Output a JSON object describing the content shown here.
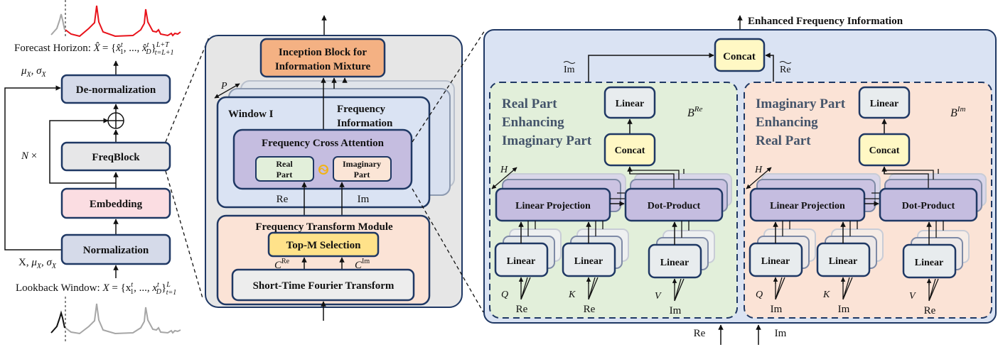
{
  "colors": {
    "box_stroke": "#1f3864",
    "norm_fill": "#d5dae9",
    "embed_fill": "#fbdde2",
    "freqblock_fill": "#e7e7e8",
    "outer_panel_fill": "#e6e6e6",
    "inception_fill": "#f4b183",
    "window_fill": "#dae3f3",
    "fca_fill": "#c5bde0",
    "real_fill": "#e2efda",
    "imag_fill": "#fbe5d6",
    "ftm_fill": "#fbe3d6",
    "topm_fill": "#ffe28a",
    "stft_fill": "#ededed",
    "right_panel_fill": "#dae3f3",
    "concat_fill": "#fff8c4",
    "linear_fill": "#e8ecee",
    "green_panel_fill": "#e2efda",
    "orange_panel_fill": "#fbe3d6",
    "forecast_line": "#e8121a",
    "history_line": "#a6a6a6",
    "ring_icon": "#f2b213"
  },
  "left": {
    "forecast_label": "Forecast Horizon: X̂ = {x̂",
    "forecast_math": {
      "prefix": "Forecast Horizon: ",
      "var": "X̂",
      "set": "= {x̂",
      "sub1": "1",
      "sup_t": "t",
      "dots": ", ..., x̂",
      "subD": "D",
      "close": "}",
      "sup": "L+T",
      "sub": "t=L+1"
    },
    "mu_sigma_top": "μ",
    "mu_sigma_top_full": {
      "mu": "μ",
      "sub": "X",
      "comma": ", ",
      "sigma": "σ"
    },
    "denorm": "De-normalization",
    "n_times": "N ×",
    "freqblock": "FreqBlock",
    "embedding": "Embedding",
    "normalization": "Normalization",
    "x_mu_sigma": {
      "x": "X, ",
      "mu": "μ",
      "sub": "X",
      "comma": ", ",
      "sigma": "σ"
    },
    "lookback_math": {
      "prefix": "Lookback Window: ",
      "var": "X",
      "set": " = {x",
      "sub1": "1",
      "sup_t": "t",
      "dots": ", ..., x",
      "subD": "D",
      "close": "}",
      "sup": "L",
      "sub": "t=1"
    }
  },
  "middle": {
    "inception": [
      "Inception Block for",
      "Information Mixture"
    ],
    "p_label": "P",
    "window_label": "Window I",
    "freq_info": [
      "Frequency",
      "Information"
    ],
    "fca_title": "Frequency Cross Attention",
    "real_part": [
      "Real",
      "Part"
    ],
    "imag_part": [
      "Imaginary",
      "Part"
    ],
    "re": "Re",
    "im": "Im",
    "ftm_title": "Frequency Transform Module",
    "topm": "Top-M Selection",
    "c_re": {
      "c": "C",
      "sup": "Re"
    },
    "c_im": {
      "c": "C",
      "sup": "Im"
    },
    "stft": "Short-Time Fourier Transform"
  },
  "right": {
    "enhanced": "Enhanced Frequency Information",
    "concat_top": "Concat",
    "im_tilde": "Im",
    "re_tilde": "Re",
    "bottom_re": "Re",
    "bottom_im": "Im",
    "green": {
      "title": [
        "Real Part",
        "Enhancing",
        "Imaginary Part"
      ],
      "b_label": {
        "b": "B",
        "sup": "Re"
      },
      "linear": "Linear",
      "concat": "Concat",
      "h": "H",
      "linproj": "Linear Projection",
      "dot": "Dot-Product",
      "inputs": [
        {
          "qkv": "Q",
          "linear": "Linear",
          "src": "Re"
        },
        {
          "qkv": "K",
          "linear": "Linear",
          "src": "Re"
        },
        {
          "qkv": "V",
          "linear": "Linear",
          "src": "Im"
        }
      ]
    },
    "orange": {
      "title": [
        "Imaginary Part",
        "Enhancing",
        "Real Part"
      ],
      "b_label": {
        "b": "B",
        "sup": "Im"
      },
      "linear": "Linear",
      "concat": "Concat",
      "h": "H",
      "linproj": "Linear Projection",
      "dot": "Dot-Product",
      "inputs": [
        {
          "qkv": "Q",
          "linear": "Linear",
          "src": "Im"
        },
        {
          "qkv": "K",
          "linear": "Linear",
          "src": "Im"
        },
        {
          "qkv": "V",
          "linear": "Linear",
          "src": "Re"
        }
      ]
    }
  }
}
